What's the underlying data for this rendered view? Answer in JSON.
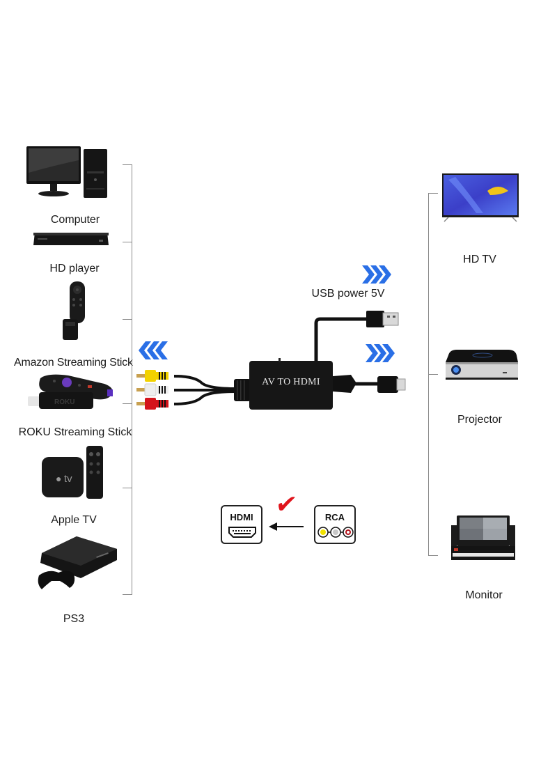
{
  "diagram": {
    "title": "AV to HDMI converter connection diagram",
    "sources": [
      {
        "label": "Computer",
        "icon": "computer-icon"
      },
      {
        "label": "HD player",
        "icon": "blu-ray-player-icon"
      },
      {
        "label": "Amazon Streaming Stick",
        "icon": "fire-stick-icon"
      },
      {
        "label": "ROKU Streaming Stick",
        "icon": "roku-stick-icon"
      },
      {
        "label": "Apple TV",
        "icon": "apple-tv-icon"
      },
      {
        "label": "PS3",
        "icon": "ps3-console-icon"
      }
    ],
    "displays": [
      {
        "label": "HD TV",
        "icon": "hdtv-icon"
      },
      {
        "label": "Projector",
        "icon": "projector-icon"
      },
      {
        "label": "Monitor",
        "icon": "monitor-dvr-icon"
      }
    ],
    "converter": {
      "label": "AV TO HDMI",
      "usb_label": "USB power 5V",
      "rca_colors": [
        "#f2d200",
        "#e8e8e8",
        "#d4141b"
      ]
    },
    "direction_legend": {
      "from": "RCA",
      "to": "HDMI",
      "check": "✔"
    },
    "colors": {
      "arrow_blue": "#2a6fe6",
      "check_red": "#e0141c",
      "bracket_gray": "#8a8a8a",
      "device_black": "#1c1c1c"
    },
    "product_logos": {
      "roku": "ROKU",
      "apple_tv": "tv"
    }
  }
}
